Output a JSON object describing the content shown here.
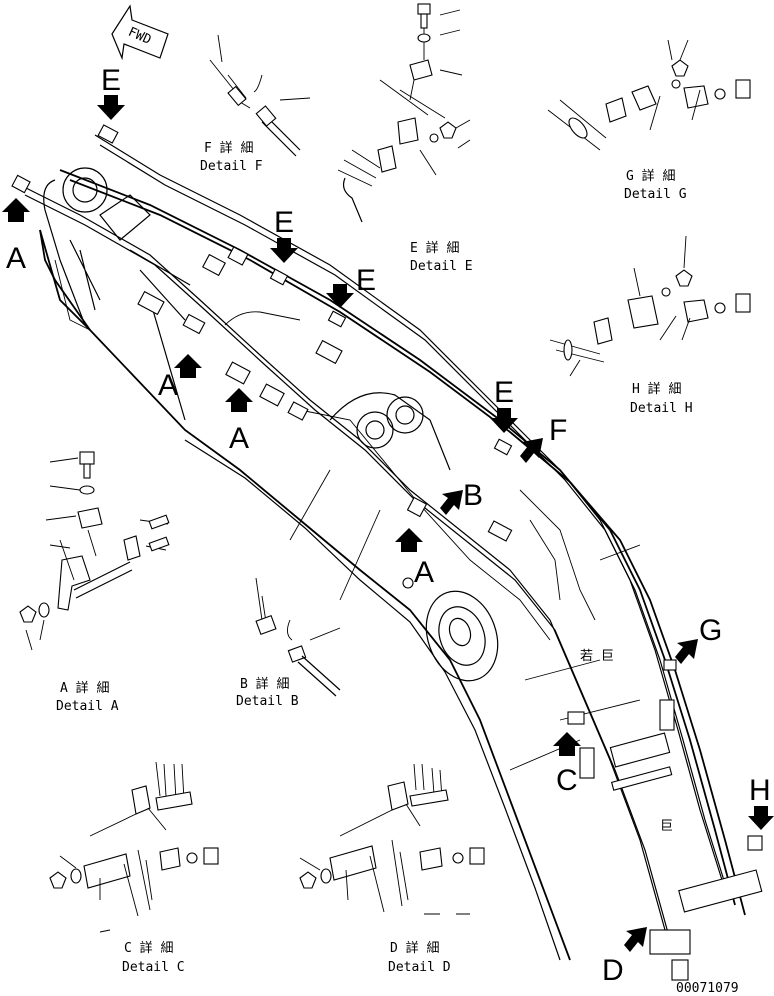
{
  "direction_marker": {
    "text": "FWD",
    "icon": "forward-direction-arrow-icon"
  },
  "callouts": {
    "A": "A",
    "B": "B",
    "C": "C",
    "D": "D",
    "E": "E",
    "F": "F",
    "G": "G",
    "H": "H"
  },
  "details": {
    "F": {
      "jp": "F 詳 細",
      "en": "Detail F"
    },
    "E": {
      "jp": "E 詳 細",
      "en": "Detail E"
    },
    "G": {
      "jp": "G 詳 細",
      "en": "Detail G"
    },
    "H": {
      "jp": "H 詳 細",
      "en": "Detail H"
    },
    "A": {
      "jp": "A 詳 細",
      "en": "Detail A"
    },
    "B": {
      "jp": "B 詳 細",
      "en": "Detail B"
    },
    "C": {
      "jp": "C 詳 細",
      "en": "Detail C"
    },
    "D": {
      "jp": "D 詳 細",
      "en": "Detail D"
    }
  },
  "boom_marks": {
    "mark1": "若 巨",
    "mark2": "巨"
  },
  "drawing_number": "00071079"
}
